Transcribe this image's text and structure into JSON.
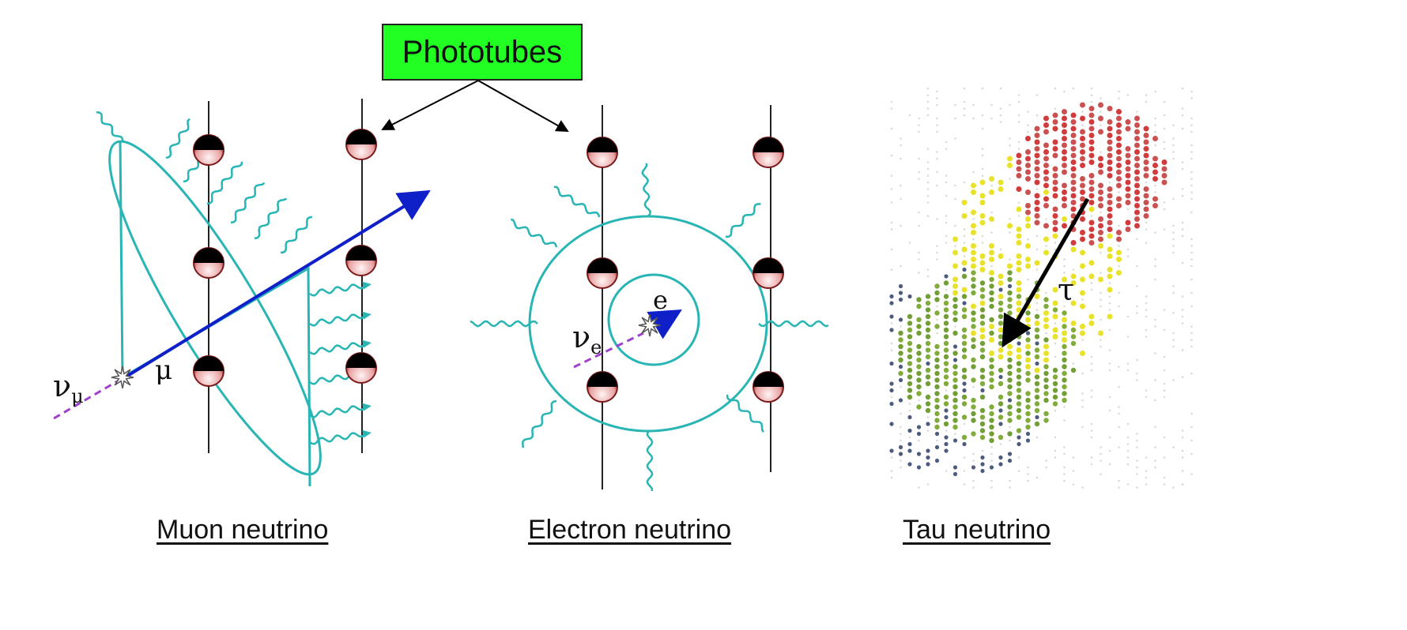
{
  "callout": {
    "label": "Phototubes",
    "fill": "#22ff22"
  },
  "panels": {
    "muon": {
      "caption": "Muon neutrino",
      "nu_symbol": "ν",
      "nu_subscript": "μ",
      "lepton_label": "μ"
    },
    "electron": {
      "caption": "Electron neutrino",
      "nu_symbol": "ν",
      "nu_subscript": "e",
      "lepton_label": "e"
    },
    "tau": {
      "caption": "Tau neutrino",
      "lepton_label": "τ"
    }
  },
  "colors": {
    "cherenkov": "#2ab5b5",
    "track": "#1020c8",
    "neutrino": "#a040d0",
    "pmt_top": "#000000",
    "pmt_bottom": "#c04040"
  }
}
